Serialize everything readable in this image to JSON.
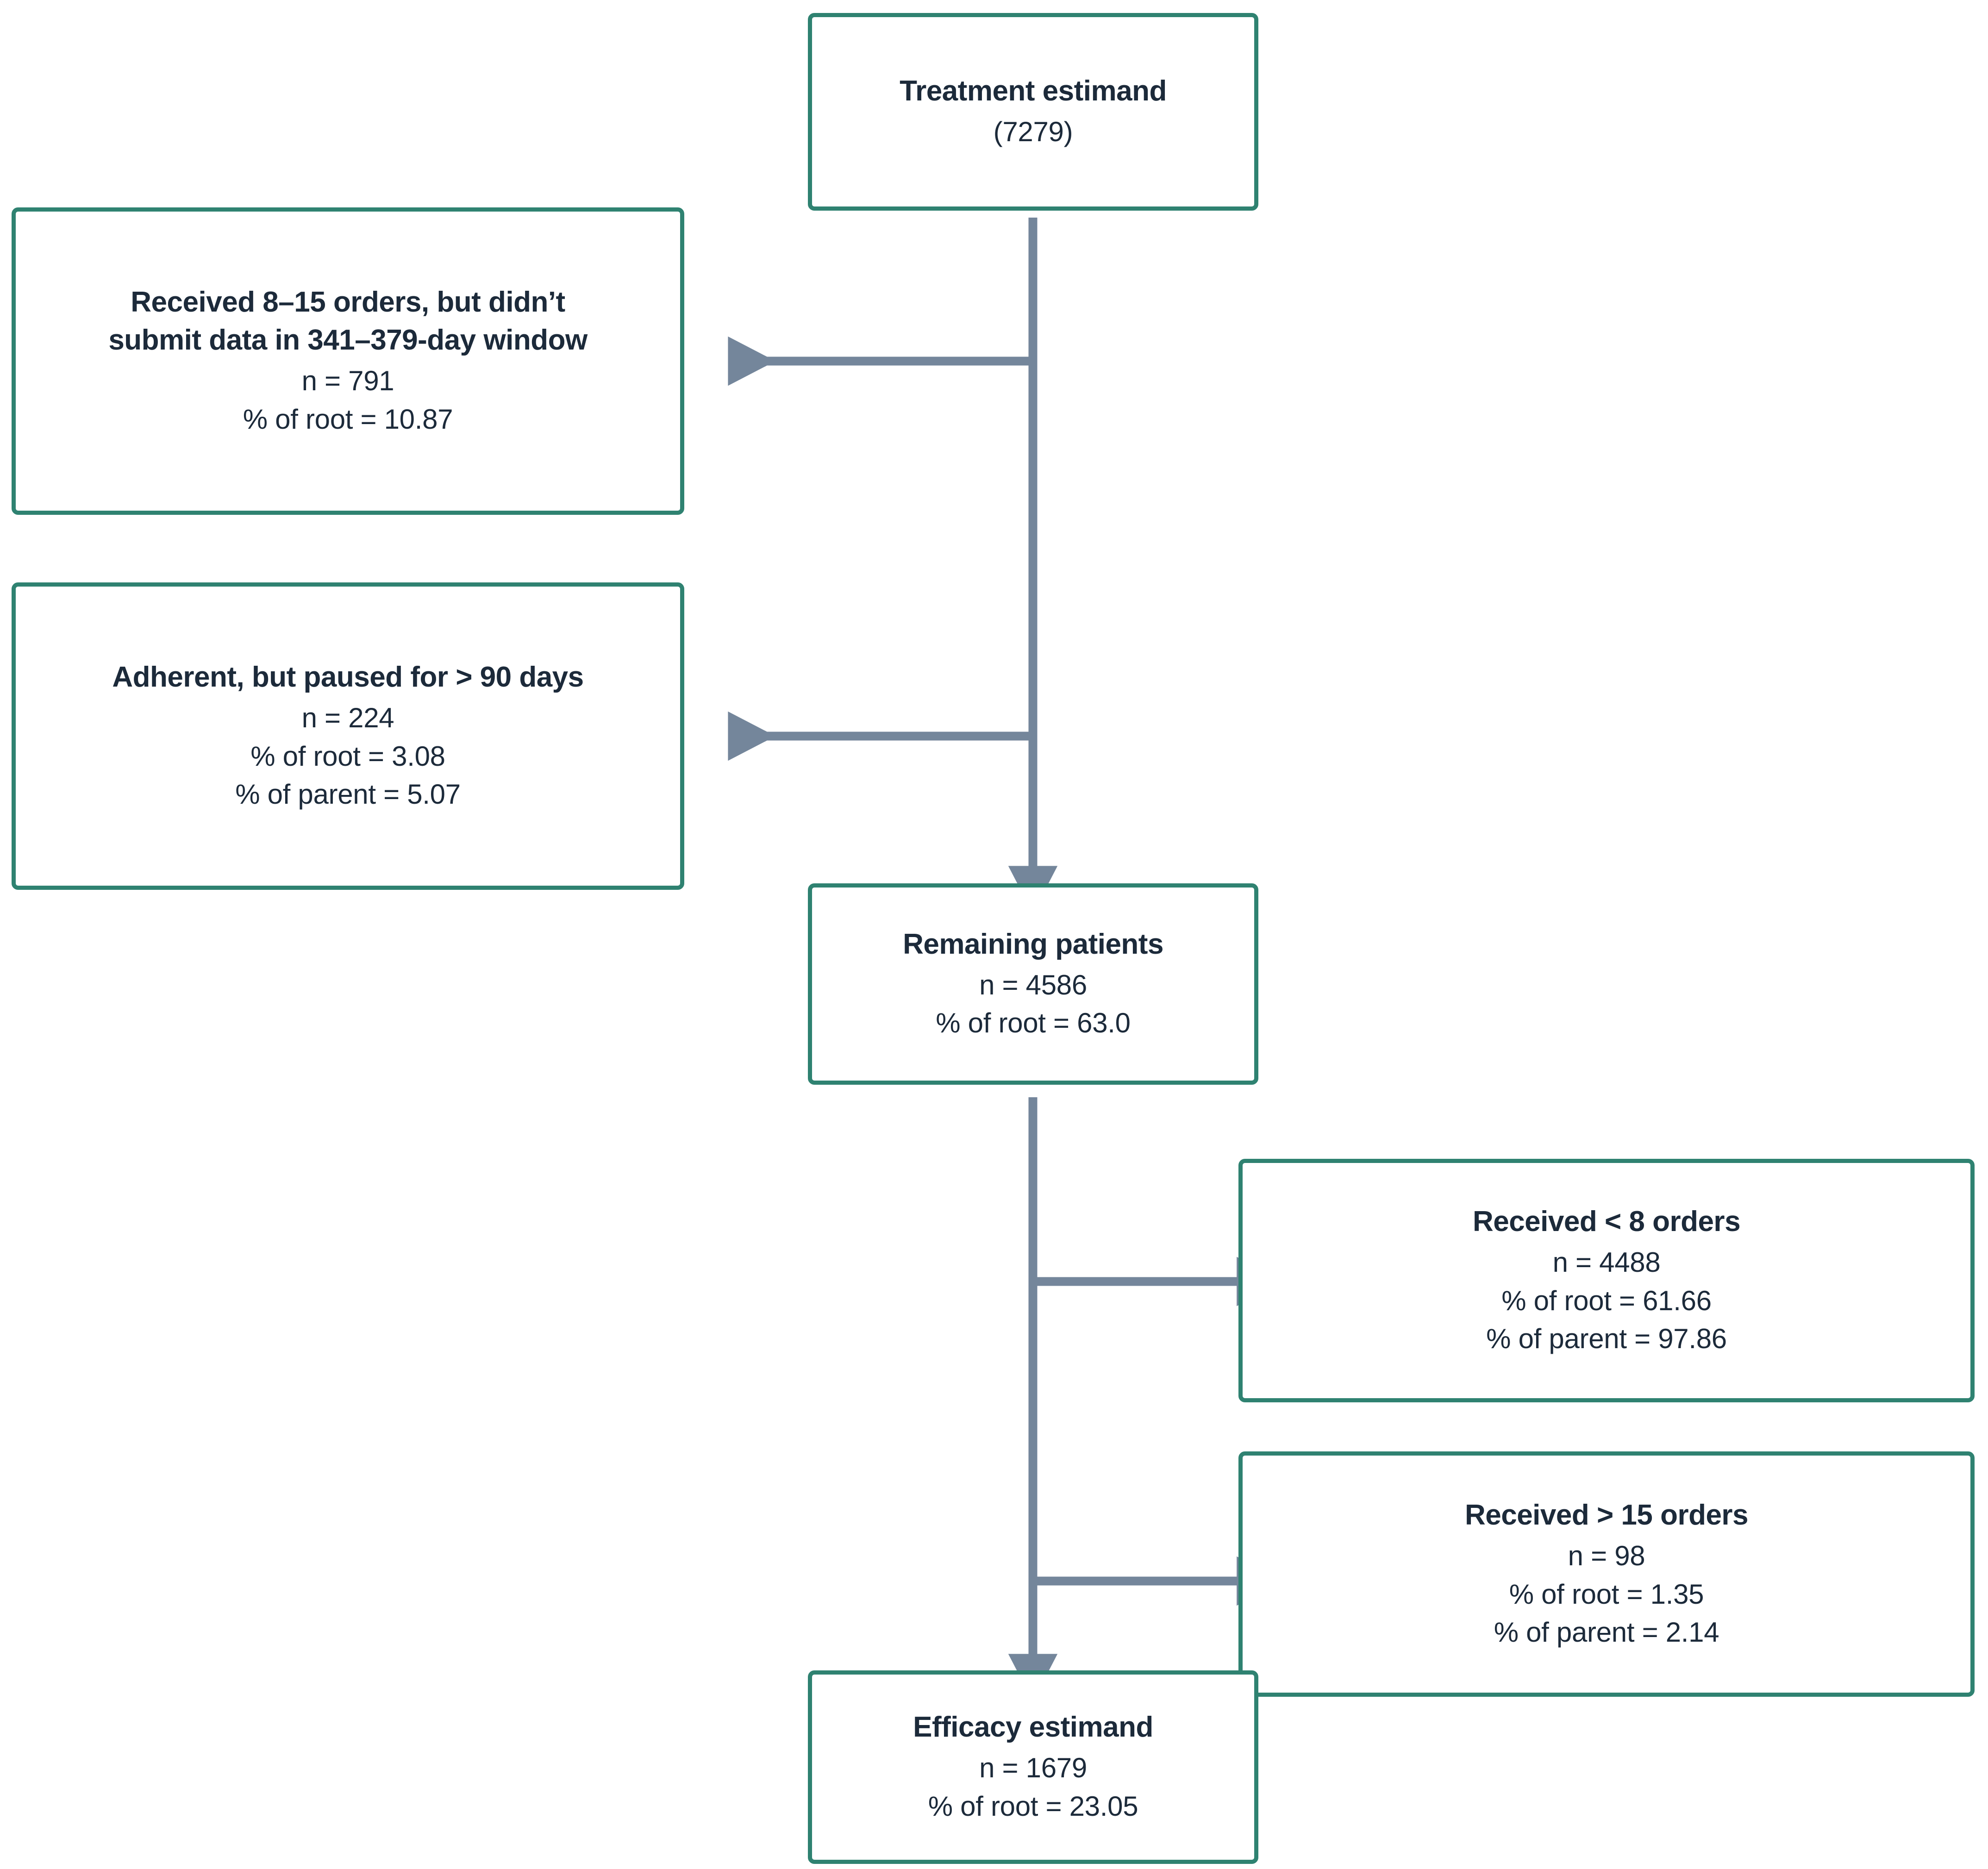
{
  "diagram": {
    "type": "flowchart",
    "orientation": "top-to-bottom",
    "colors": {
      "node_border": "#2f8271",
      "node_fill": "#ffffff",
      "connector": "#74869b",
      "text": "#1c2a3a",
      "background": "#ffffff"
    },
    "nodes": [
      {
        "id": "root",
        "name": "treatment-estimand",
        "title": "Treatment estimand",
        "lines": [
          "(7279)"
        ]
      },
      {
        "id": "excluded-1",
        "name": "excluded-no-data-window",
        "title": "Received 8–15 orders, but didn’t\nsubmit data in 341–379-day window",
        "lines": [
          "n = 791",
          "% of root = 10.87"
        ]
      },
      {
        "id": "excluded-2",
        "name": "excluded-paused-90-days",
        "title": "Adherent, but paused for > 90 days",
        "lines": [
          "n = 224",
          "% of root = 3.08",
          "% of parent = 5.07"
        ]
      },
      {
        "id": "remaining",
        "name": "remaining-patients",
        "title": "Remaining patients",
        "lines": [
          "n = 4586",
          "% of root = 63.0"
        ]
      },
      {
        "id": "excluded-3",
        "name": "excluded-under-8-orders",
        "title": "Received < 8 orders",
        "lines": [
          "n = 4488",
          "% of root = 61.66",
          "% of parent = 97.86"
        ]
      },
      {
        "id": "excluded-4",
        "name": "excluded-over-15-orders",
        "title": "Received > 15 orders",
        "lines": [
          "n = 98",
          "% of root = 1.35",
          "% of parent = 2.14"
        ]
      },
      {
        "id": "efficacy",
        "name": "efficacy-estimand",
        "title": "Efficacy estimand",
        "lines": [
          "n = 1679",
          "% of root = 23.05"
        ]
      }
    ],
    "edges": [
      {
        "name": "edge-root-to-excluded-1",
        "from": "root",
        "to": "excluded-1",
        "direction": "left"
      },
      {
        "name": "edge-root-to-excluded-2",
        "from": "root",
        "to": "excluded-2",
        "direction": "left"
      },
      {
        "name": "edge-root-to-remaining",
        "from": "root",
        "to": "remaining",
        "direction": "down"
      },
      {
        "name": "edge-remaining-to-excluded-3",
        "from": "remaining",
        "to": "excluded-3",
        "direction": "right"
      },
      {
        "name": "edge-remaining-to-excluded-4",
        "from": "remaining",
        "to": "excluded-4",
        "direction": "right"
      },
      {
        "name": "edge-remaining-to-efficacy",
        "from": "remaining",
        "to": "efficacy",
        "direction": "down"
      }
    ]
  }
}
